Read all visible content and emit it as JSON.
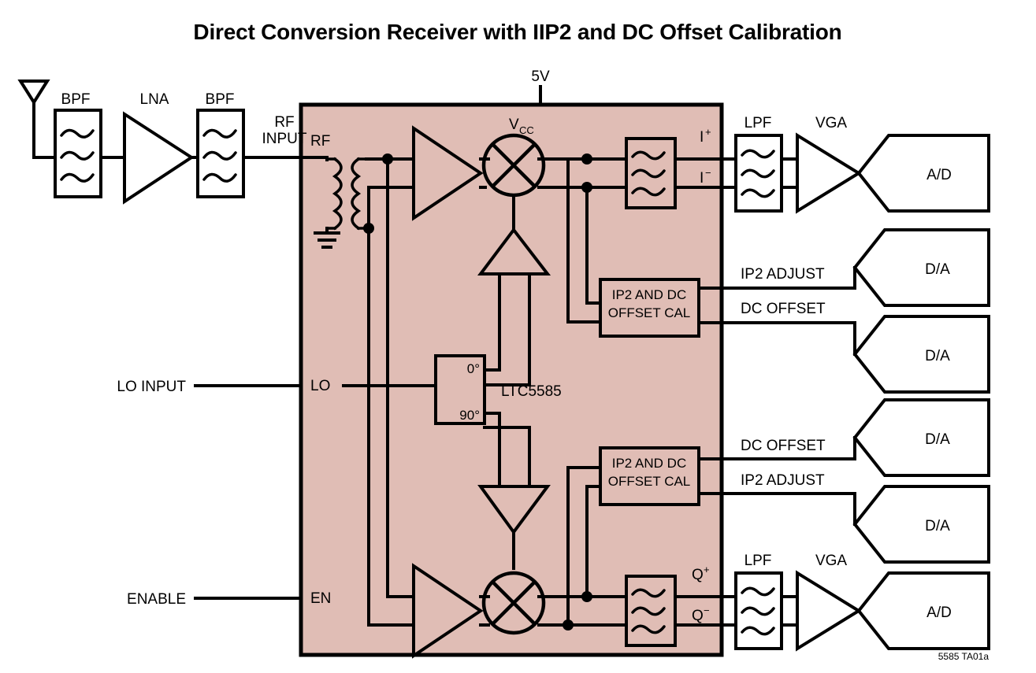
{
  "title": "Direct Conversion Receiver with IIP2 and DC Offset Calibration",
  "footer": "5585 TA01a",
  "chip": {
    "part_number": "LTC5585",
    "fill_color": "#e0bdb5",
    "pins": {
      "rf": "RF",
      "lo": "LO",
      "en": "EN",
      "vcc": "V",
      "vcc_sub": "CC",
      "i_plus": "I",
      "i_plus_sup": "+",
      "i_minus": "I",
      "i_minus_sup": "−",
      "q_plus": "Q",
      "q_plus_sup": "+",
      "q_minus": "Q",
      "q_minus_sup": "−"
    },
    "phase_splitter": {
      "top": "0°",
      "bottom": "90°"
    },
    "cal_blocks": [
      {
        "line1": "IP2 AND DC",
        "line2": "OFFSET CAL"
      },
      {
        "line1": "IP2 AND DC",
        "line2": "OFFSET CAL"
      }
    ]
  },
  "supply": {
    "label": "5V"
  },
  "front_end": {
    "antenna": "antenna-icon",
    "bpf1": "BPF",
    "lna": "LNA",
    "bpf2": "BPF",
    "rf_input_line1": "RF",
    "rf_input_line2": "INPUT"
  },
  "inputs": [
    {
      "name": "lo-input",
      "label": "LO INPUT"
    },
    {
      "name": "enable-input",
      "label": "ENABLE"
    }
  ],
  "i_chain": {
    "lpf": "LPF",
    "vga": "VGA",
    "adc": "A/D"
  },
  "q_chain": {
    "lpf": "LPF",
    "vga": "VGA",
    "adc": "A/D"
  },
  "cal_signals": [
    {
      "label": "IP2 ADJUST",
      "dac": "D/A"
    },
    {
      "label": "DC OFFSET",
      "dac": "D/A"
    },
    {
      "label": "DC OFFSET",
      "dac": "D/A"
    },
    {
      "label": "IP2 ADJUST",
      "dac": "D/A"
    }
  ]
}
